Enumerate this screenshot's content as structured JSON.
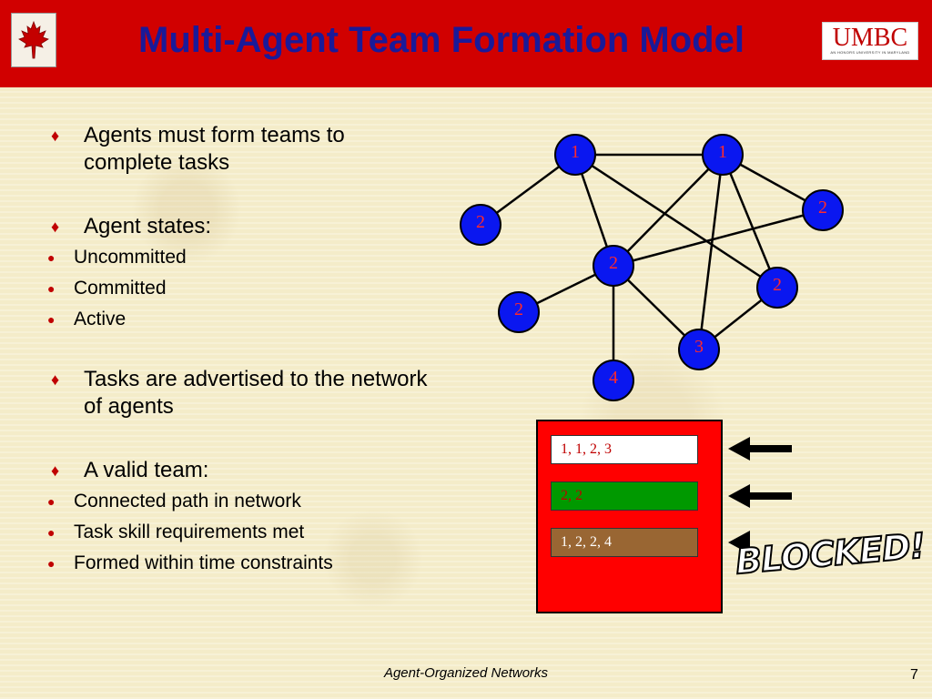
{
  "header": {
    "title": "Multi-Agent Team Formation Model",
    "logo_left_icon": "maple-leaf-icon",
    "logo_right": {
      "word": "UMBC",
      "tagline": "AN HONORS UNIVERSITY IN MARYLAND"
    },
    "colors": {
      "bar": "#d10000",
      "title": "#1a1a99"
    }
  },
  "bullets": {
    "b1": "Agents must form teams to complete tasks",
    "b2": "Agent states:",
    "b2_sub": [
      "Uncommitted",
      "Committed",
      "Active"
    ],
    "b3": "Tasks are advertised to the network of agents",
    "b4": "A valid team:",
    "b4_sub": [
      "Connected path in network",
      "Task skill requirements met",
      "Formed within time constraints"
    ]
  },
  "network": {
    "nodes": [
      "1",
      "1",
      "2",
      "2",
      "2",
      "2",
      "2",
      "3",
      "4"
    ],
    "node_color": "#0a17f0",
    "label_color": "#ff2a2a"
  },
  "tasks": {
    "items": [
      {
        "label": "1, 1, 2, 3",
        "color": "#ffffff",
        "text_color": "#c00000"
      },
      {
        "label": "2, 2",
        "color": "#009900",
        "text_color": "#c00000"
      },
      {
        "label": "1, 2, 2, 4",
        "color": "#996633",
        "text_color": "#ffffff"
      }
    ],
    "panel_color": "#ff0000",
    "blocked_label": "BLOCKED!"
  },
  "footer": {
    "text": "Agent-Organized Networks",
    "page": "7"
  }
}
